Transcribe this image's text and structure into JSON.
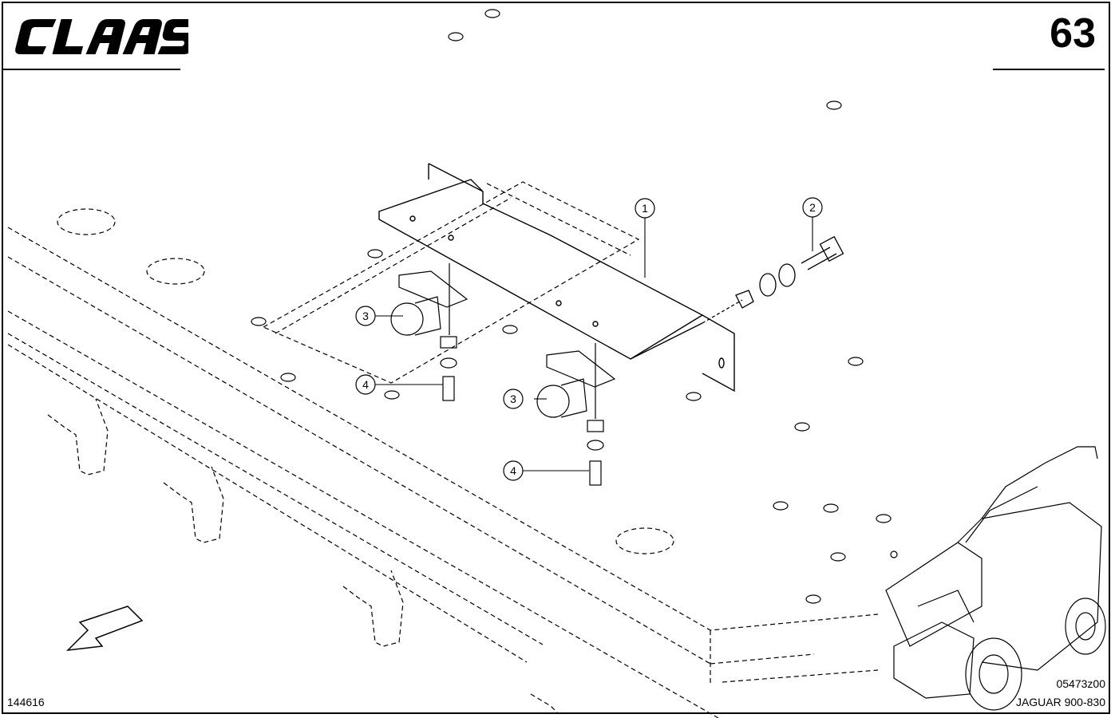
{
  "header": {
    "brand": "CLAAS",
    "page_number": "63"
  },
  "callouts": {
    "c1": "1",
    "c2": "2",
    "c3a": "3",
    "c3b": "3",
    "c4a": "4",
    "c4b": "4"
  },
  "footer": {
    "doc_id": "144616",
    "figure_id": "05473z00",
    "model": "JAGUAR 900-830"
  }
}
